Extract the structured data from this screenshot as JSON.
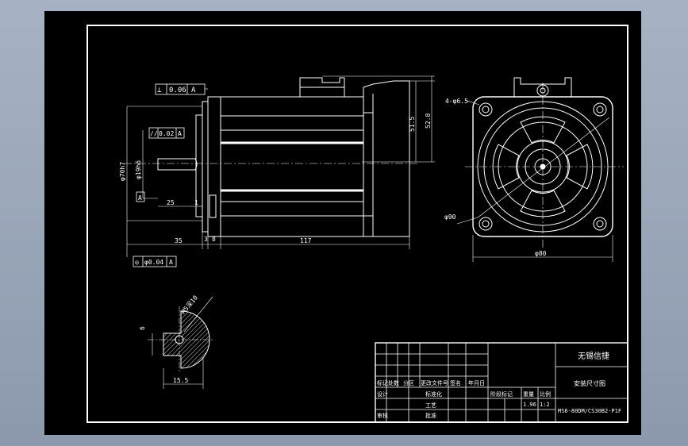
{
  "colors": {
    "background": "#000000",
    "lines": "#ffffff",
    "app_frame": "#9aa6b9"
  },
  "tolerances": {
    "perpendicularity": {
      "symbol": "⊥",
      "value": "0.06",
      "datum": "A"
    },
    "flatness": {
      "symbol": "//",
      "value": "0.02",
      "datum": "A"
    },
    "concentricity": {
      "symbol": "◎",
      "value": "φ0.04",
      "datum": "A"
    }
  },
  "datum_label": "A",
  "dimensions": {
    "shaft_dia": "φ70h7",
    "shaft_dia2": "φ19h6",
    "shaft_len": "25",
    "gap": "1",
    "flange_total": "35",
    "flange_a": "3",
    "flange_b": "8",
    "body_len": "117",
    "height1": "51.5",
    "height2": "52.8",
    "holes": "4-φ6.5",
    "bolt_circle": "φ90",
    "square": "φ80",
    "key_width": "6",
    "key_depth": "15.5",
    "key_tol": "M5深10"
  },
  "title_block": {
    "company": "无锡信捷",
    "drawing_name": "安装尺寸图",
    "weight": "1.96",
    "scale": "1:2",
    "model": "MS6-80DM/CS30B2-P1F",
    "labels": [
      "标记",
      "处数",
      "分区",
      "更改文件号",
      "签名",
      "年月日"
    ],
    "labels2": [
      "设计",
      "标准化",
      "阶段标记",
      "重量",
      "比例"
    ],
    "labels3": [
      "审核",
      "工艺",
      "批准"
    ]
  }
}
